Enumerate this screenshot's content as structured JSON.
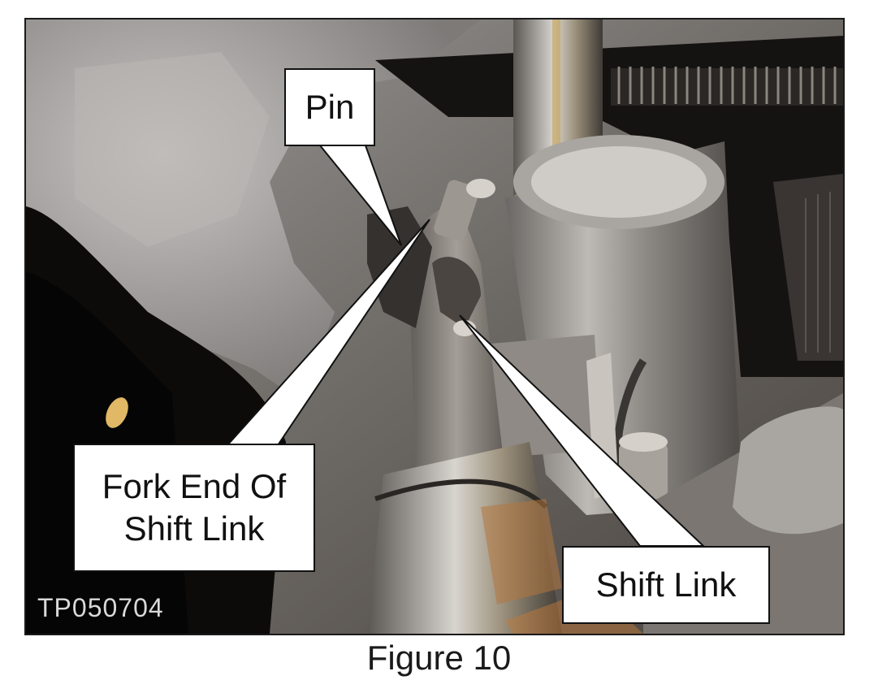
{
  "figure": {
    "callouts": {
      "pin": "Pin",
      "fork_line1": "Fork End Of",
      "fork_line2": "Shift Link",
      "shift_link": "Shift Link"
    },
    "photo_code": "TP050704",
    "caption": "Figure 10"
  },
  "colors": {
    "frame": "#1a1a1a",
    "callout_fill": "#ffffff",
    "callout_border": "#111111"
  }
}
